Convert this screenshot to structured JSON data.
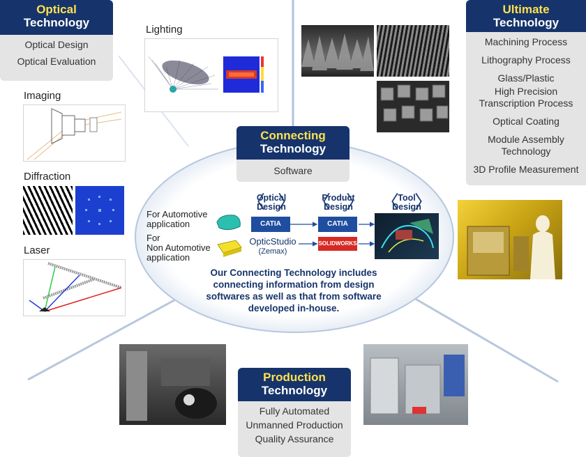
{
  "optical": {
    "title_line1": "Optical",
    "title_line2": "Technology",
    "items": [
      "Optical Design",
      "Optical Evaluation"
    ]
  },
  "ultimate": {
    "title_line1": "Ultimate",
    "title_line2": "Technology",
    "items": [
      "Machining Process",
      "Lithography Process",
      "Glass/Plastic",
      "High Precision",
      "Transcription Process",
      "Optical Coating",
      "Module Assembly",
      "Technology",
      "3D Profile Measurement"
    ]
  },
  "connecting": {
    "title_line1": "Connecting",
    "title_line2": "Technology",
    "subtitle": "Software",
    "stages": [
      {
        "line1": "Optical",
        "line2": "Design"
      },
      {
        "line1": "Product",
        "line2": "Design"
      },
      {
        "line1": "Tool",
        "line2": "Design"
      }
    ],
    "row1_label_1": "For Automotive",
    "row1_label_2": "application",
    "row2_label_1": "For",
    "row2_label_2": "Non Automotive",
    "row2_label_3": "application",
    "catia": "CATIA",
    "solidworks": "SOLIDWORKS",
    "opticstudio": "OpticStudio",
    "zemax": "(Zemax)",
    "description": [
      "Our Connecting Technology includes",
      "connecting information from design",
      "softwares as well as that from software",
      "developed in-house."
    ]
  },
  "production": {
    "title_line1": "Production",
    "title_line2": "Technology",
    "items": [
      "Fully Automated",
      "Unmanned Production",
      "Quality Assurance"
    ]
  },
  "thumbnails": {
    "lighting": "Lighting",
    "imaging": "Imaging",
    "diffraction": "Diffraction",
    "laser": "Laser"
  },
  "colors": {
    "navy": "#16346b",
    "yellow": "#ffe14d",
    "grey_box": "#e4e4e4"
  }
}
